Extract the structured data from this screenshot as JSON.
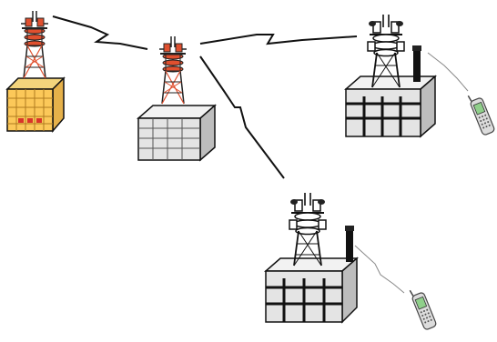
{
  "diagram": {
    "kind": "cellular network of towers on buildings linked by radio links, serving mobile phones",
    "nodes": [
      {
        "id": "tower-1",
        "type": "tower-on-building",
        "color": "red",
        "building": "yellow"
      },
      {
        "id": "tower-2",
        "type": "tower-on-building",
        "color": "red",
        "building": "gray"
      },
      {
        "id": "tower-3",
        "type": "tower-on-building",
        "color": "black",
        "building": "gray"
      },
      {
        "id": "tower-4",
        "type": "tower-on-building",
        "color": "black",
        "building": "gray"
      },
      {
        "id": "phone-1",
        "type": "mobile-phone"
      },
      {
        "id": "phone-2",
        "type": "mobile-phone"
      }
    ],
    "links": [
      {
        "from": "tower-1",
        "to": "tower-2",
        "style": "zigzag-wired"
      },
      {
        "from": "tower-2",
        "to": "tower-3",
        "style": "zigzag-wired"
      },
      {
        "from": "tower-2",
        "to": "tower-4",
        "style": "zigzag-wired"
      },
      {
        "from": "tower-3",
        "to": "phone-1",
        "style": "wireless"
      },
      {
        "from": "tower-4",
        "to": "phone-2",
        "style": "wireless"
      }
    ],
    "colors": {
      "red_tower": "#e0502f",
      "black_tower": "#222222",
      "yellow_building": "#fcc859",
      "gray_building": "#e4e4e4",
      "phone_screen": "#8fcf8a"
    }
  }
}
